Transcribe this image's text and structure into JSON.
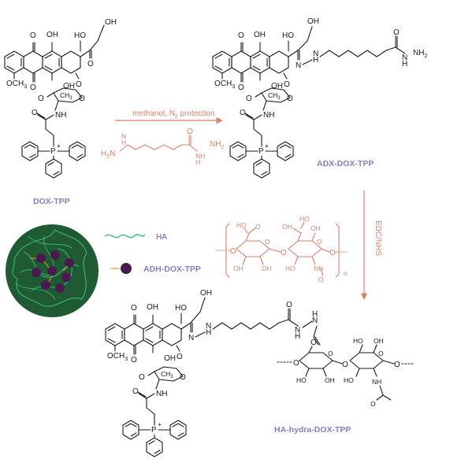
{
  "labels": {
    "dox_tpp": "DOX-TPP",
    "adx_dox_tpp": "ADX-DOX-TPP",
    "adh_dox_tpp": "ADH-DOX-TPP",
    "ha_hydra_dox_tpp": "HA-hydra-DOX-TPP"
  },
  "conditions": {
    "step1": "methanol, N",
    "step1_sub": "2",
    "step1_tail": " protection",
    "step2": "EDC/NHS"
  },
  "legend": {
    "ha": "HA"
  },
  "atoms": {
    "O": "O",
    "OH": "OH",
    "HO": "HO",
    "H": "H",
    "N": "N",
    "NH": "NH",
    "NH2": "NH",
    "two": "2",
    "H2N": "H",
    "P": "P",
    "plus": "+",
    "OCH3": "OCH",
    "three": "3",
    "CH3": "CH",
    "n": "n",
    "N2": "N"
  },
  "colors": {
    "reagent": "#d9806a",
    "label": "#8a7cc0",
    "legend_text": "#5a62a8",
    "nanoparticle_bg": "#1f5a33",
    "nanoparticle_dot": "#4a1a4f",
    "ha_strand": "#3fbf7f"
  }
}
